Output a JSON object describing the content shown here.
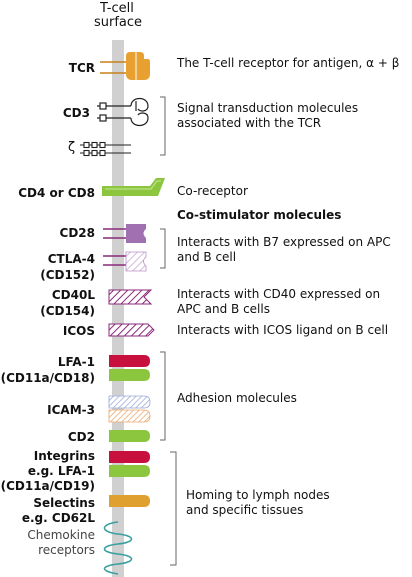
{
  "header": {
    "line1": "T-cell",
    "line2": "surface"
  },
  "labels": {
    "tcr": "TCR",
    "cd3": "CD3",
    "zeta": "ζ",
    "cd4_cd8": "CD4 or CD8",
    "cd28": "CD28",
    "ctla4_line1": "CTLA-4",
    "ctla4_line2": "(CD152)",
    "cd40l_line1": "CD40L",
    "cd40l_line2": "(CD154)",
    "icos": "ICOS",
    "lfa1_line1": "LFA-1",
    "lfa1_line2": "(CD11a/CD18)",
    "icam3": "ICAM-3",
    "cd2": "CD2",
    "integrins_line1": "Integrins",
    "integrins_line2": "e.g. LFA-1",
    "integrins_line3": "(CD11a/CD19)",
    "selectins_line1": "Selectins",
    "selectins_line2": "e.g. CD62L",
    "chemokine_line1": "Chemokine",
    "chemokine_line2": "receptors"
  },
  "descriptions": {
    "tcr": "The T-cell receptor for antigen, α + β",
    "signal_line1": "Signal transduction molecules",
    "signal_line2": "associated with the TCR",
    "coreceptor": "Co-receptor",
    "costim_heading": "Co-stimulator molecules",
    "b7_line1": "Interacts with B7 expressed on APC",
    "b7_line2": "and B cell",
    "cd40_line1": "Interacts with CD40 expressed on",
    "cd40_line2": "APC and B cells",
    "icos": "Interacts with ICOS ligand on B cell",
    "adhesion": "Adhesion molecules",
    "homing_line1": "Homing to lymph nodes",
    "homing_line2": "and specific tissues"
  },
  "colors": {
    "membrane": "#d0d0d0",
    "tcr": "#e8a030",
    "coreceptor": "#8cc63f",
    "cd28": "#a070b0",
    "cd40l": "#8a2a7a",
    "lfa1_red": "#c8103e",
    "lfa1_green": "#8cc63f",
    "icam3_blue": "#9aa8d8",
    "icam3_orange": "#e8a870",
    "selectin": "#e0a030",
    "chemokine": "#3aa0a0"
  }
}
